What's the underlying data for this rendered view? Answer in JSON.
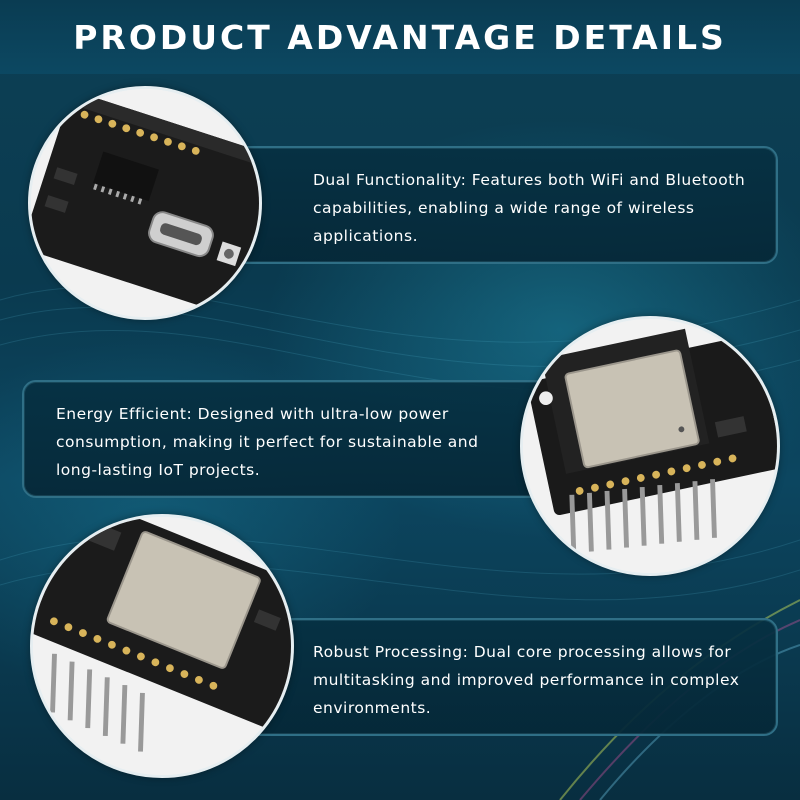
{
  "header": {
    "title": "PRODUCT ADVANTAGE DETAILS"
  },
  "features": [
    {
      "text": "Dual Functionality: Features both WiFi and Bluetooth capabilities, enabling a wide range of wireless applications."
    },
    {
      "text": "Energy Efficient: Designed with ultra-low power consumption, making it perfect for sustainable and long-lasting IoT projects."
    },
    {
      "text": "Robust Processing: Dual core processing allows for multitasking and improved performance in complex environments."
    }
  ],
  "images": [
    {
      "icon": "usb-c-board-closeup-image"
    },
    {
      "icon": "wifi-module-closeup-image"
    },
    {
      "icon": "dev-board-pins-closeup-image"
    }
  ],
  "colors": {
    "background": "#0b3346",
    "panel_border": "#2f6f86",
    "text": "#ffffff"
  }
}
